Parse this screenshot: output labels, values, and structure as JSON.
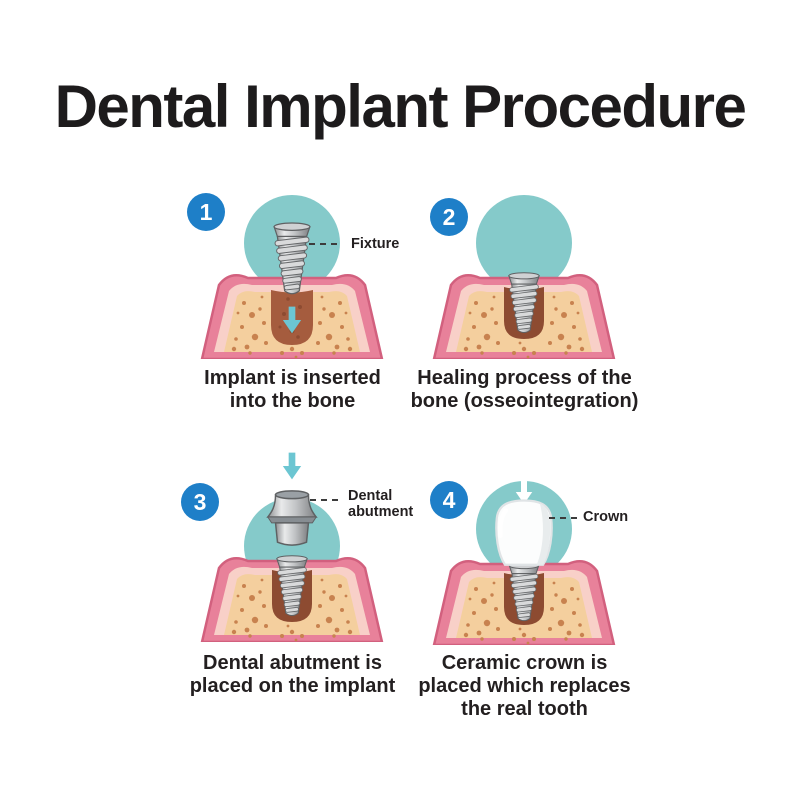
{
  "title": "Dental Implant Procedure",
  "steps": [
    {
      "number": "1",
      "caption": "Implant is inserted\ninto the bone",
      "callout": "Fixture"
    },
    {
      "number": "2",
      "caption": "Healing process of the\nbone (osseointegration)",
      "callout": ""
    },
    {
      "number": "3",
      "caption": "Dental abutment is\nplaced on the implant",
      "callout": "Dental\nabutment"
    },
    {
      "number": "4",
      "caption": "Ceramic crown is\nplaced which replaces\nthe real tooth",
      "callout": "Crown"
    }
  ],
  "colors": {
    "badge_blue": "#1e7fc8",
    "circle_teal": "#85caca",
    "arrow_teal": "#6cc6d2",
    "arrow_white": "#ffffff",
    "gum_pink": "#e8819a",
    "gum_pink_edge": "#d2607e",
    "gum_inner_pink": "#f8d0c8",
    "bone_tan": "#f4cf9e",
    "bone_speckle": "#c8824f",
    "socket_brown": "#a55c3e",
    "socket_dark": "#8d4b31",
    "implant_metal_light": "#e9eaeb",
    "implant_metal_dark": "#7d7f82",
    "crown_white": "#fcfdfd",
    "text_black": "#231f20",
    "background": "#ffffff"
  },
  "icons": {
    "arrow": "down-arrow-icon",
    "badge": "step-number-badge"
  }
}
